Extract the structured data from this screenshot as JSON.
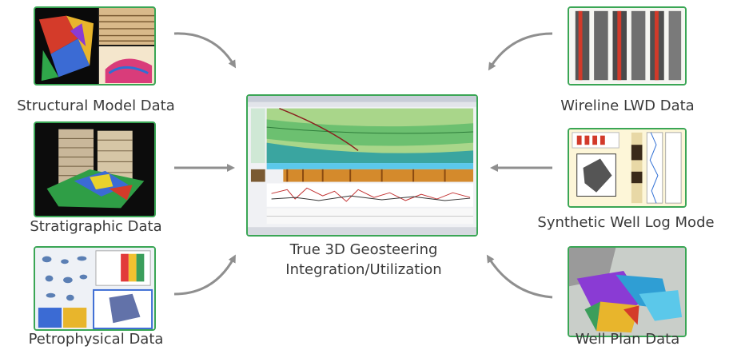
{
  "colors": {
    "frame": "#3aa655",
    "arrow": "#8f8f8f",
    "text": "#3a3a3a"
  },
  "left": [
    {
      "label": "Structural Model Data"
    },
    {
      "label": "Stratigraphic Data"
    },
    {
      "label": "Petrophysical Data"
    }
  ],
  "right": [
    {
      "label": "Wireline LWD Data"
    },
    {
      "label": "Synthetic Well Log Mode"
    },
    {
      "label": "Well Plan Data"
    }
  ],
  "center": {
    "line1": "True 3D Geosteering",
    "line2": "Integration/Utilization"
  }
}
